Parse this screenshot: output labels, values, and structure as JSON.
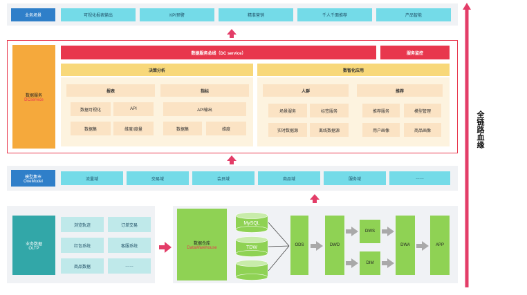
{
  "business": {
    "label": "业务场景",
    "items": [
      "可视化报表输出",
      "KPI预警",
      "精准营销",
      "千人千面推荐",
      "产品智能"
    ]
  },
  "dc": {
    "label": "数据服务",
    "label_en": "DCservice",
    "bus": "数据服务总线（DC service）",
    "monitor": "服务监控",
    "decision": {
      "title": "决策分析",
      "report": {
        "title": "报表",
        "items": [
          "数据可视化",
          "API",
          "数据集",
          "维度/度量"
        ]
      },
      "metric": {
        "title": "指标",
        "output": "API输出",
        "items": [
          "数据集",
          "维度"
        ]
      }
    },
    "digital": {
      "title": "数智化应用",
      "crowd": {
        "title": "人群",
        "items": [
          "场景服务",
          "标签服务",
          "实时数据源",
          "离线数据源"
        ]
      },
      "recommend": {
        "title": "推荐",
        "items": [
          "推荐服务",
          "模型管理",
          "用户画像",
          "商品画像"
        ]
      }
    }
  },
  "onemodel": {
    "label": "模型集市",
    "label_en": "OneModel",
    "domains": [
      "流量域",
      "交易域",
      "会员域",
      "商品域",
      "服务域",
      "……"
    ]
  },
  "oltp": {
    "label": "业务数据",
    "label_en": "OLTP",
    "items": [
      "浏览轨迹",
      "订单交易",
      "红包系统",
      "客服系统",
      "商品数据",
      "……"
    ]
  },
  "warehouse": {
    "label": "数据仓库",
    "label_en": "DataWarehouse",
    "sources": [
      "MySQL",
      "TDW",
      ""
    ],
    "layers": {
      "ods": "ODS",
      "dwd": "DWD",
      "dws": "DWS",
      "dim": "DIM",
      "dwa": "DWA",
      "app": "APP"
    }
  },
  "lineage": "全链路血缘",
  "colors": {
    "accent_red": "#e8374d",
    "arrow_pink": "#e33d68",
    "blue": "#2f7fc9",
    "cyan": "#74dbe8",
    "orange": "#f5a93c",
    "green": "#8fd254"
  }
}
